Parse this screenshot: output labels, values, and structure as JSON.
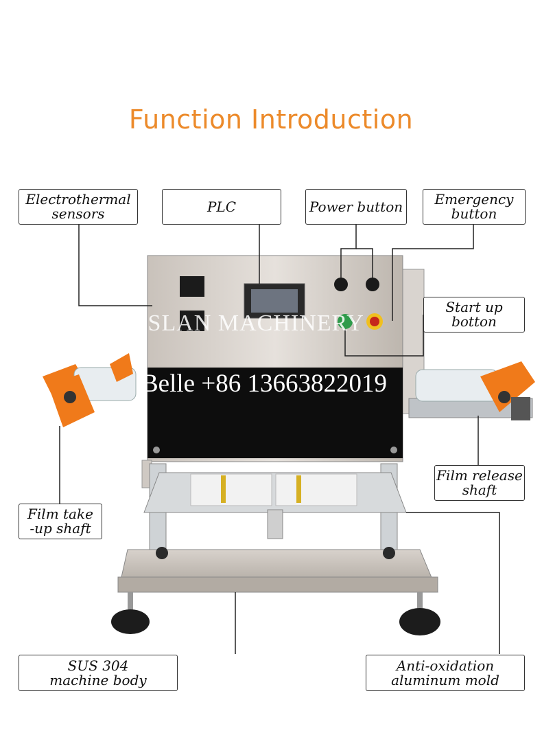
{
  "title": "Function Introduction",
  "labels": {
    "electrothermal": "Electrothermal\nsensors",
    "plc": "PLC",
    "power": "Power button",
    "emergency": "Emergency\nbutton",
    "startup": "Start up\nbotton",
    "film_release": "Film release\nshaft",
    "film_takeup": "Film take\n-up shaft",
    "sus304": "SUS 304\nmachine body",
    "anti_oxidation": "Anti-oxidation\naluminum mold"
  },
  "watermark": "ASLAN MACHINERY",
  "phone_banner": "Belle +86 13663822019",
  "colors": {
    "title": "#ec8a2a",
    "accent": "#f07a1a"
  }
}
